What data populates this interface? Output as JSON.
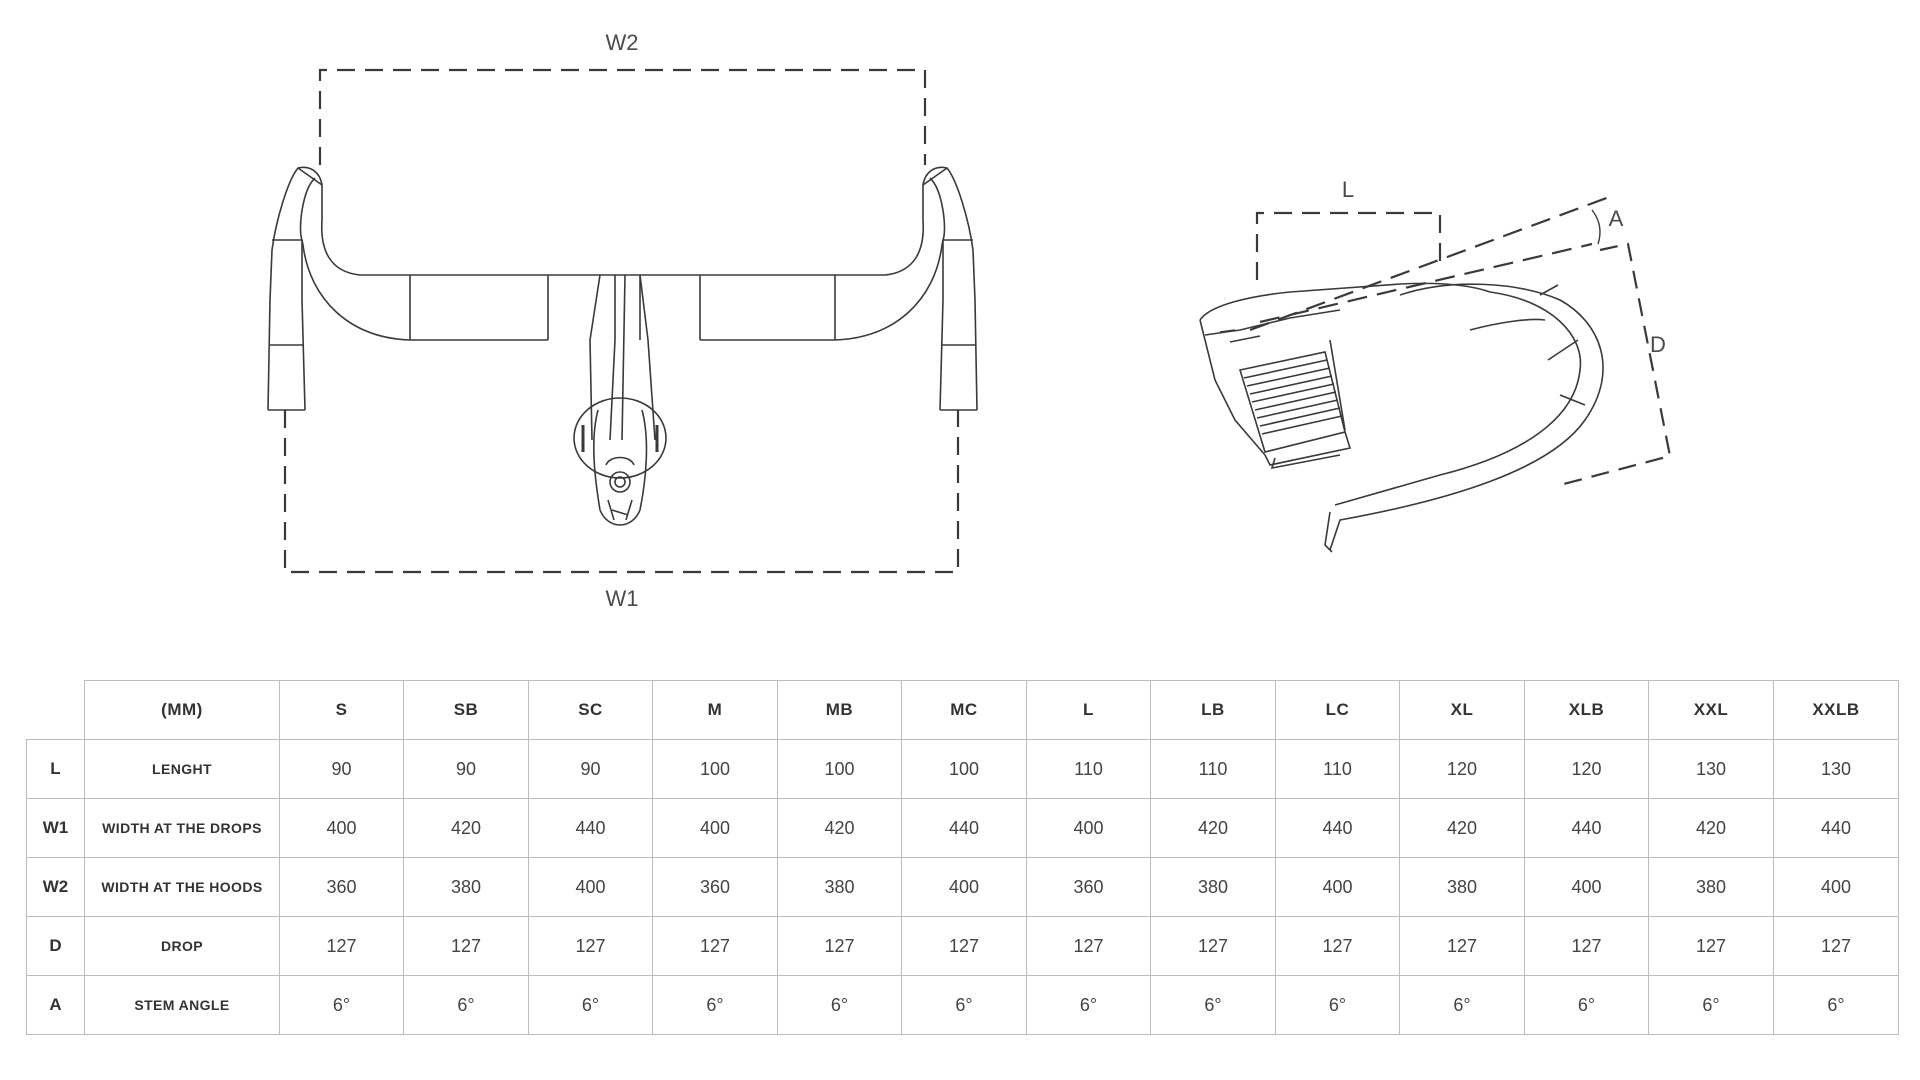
{
  "diagram": {
    "labels": {
      "w2": "W2",
      "w1": "W1",
      "l": "L",
      "a": "A",
      "d": "D"
    }
  },
  "table": {
    "unit_header": "(MM)",
    "sizes": [
      "S",
      "SB",
      "SC",
      "M",
      "MB",
      "MC",
      "L",
      "LB",
      "LC",
      "XL",
      "XLB",
      "XXL",
      "XXLB"
    ],
    "rows": [
      {
        "code": "L",
        "label": "LENGHT",
        "values": [
          "90",
          "90",
          "90",
          "100",
          "100",
          "100",
          "110",
          "110",
          "110",
          "120",
          "120",
          "130",
          "130"
        ]
      },
      {
        "code": "W1",
        "label": "WIDTH AT THE DROPS",
        "values": [
          "400",
          "420",
          "440",
          "400",
          "420",
          "440",
          "400",
          "420",
          "440",
          "420",
          "440",
          "420",
          "440"
        ]
      },
      {
        "code": "W2",
        "label": "WIDTH AT THE HOODS",
        "values": [
          "360",
          "380",
          "400",
          "360",
          "380",
          "400",
          "360",
          "380",
          "400",
          "380",
          "400",
          "380",
          "400"
        ]
      },
      {
        "code": "D",
        "label": "DROP",
        "values": [
          "127",
          "127",
          "127",
          "127",
          "127",
          "127",
          "127",
          "127",
          "127",
          "127",
          "127",
          "127",
          "127"
        ]
      },
      {
        "code": "A",
        "label": "STEM ANGLE",
        "values": [
          "6°",
          "6°",
          "6°",
          "6°",
          "6°",
          "6°",
          "6°",
          "6°",
          "6°",
          "6°",
          "6°",
          "6°",
          "6°"
        ]
      }
    ]
  }
}
